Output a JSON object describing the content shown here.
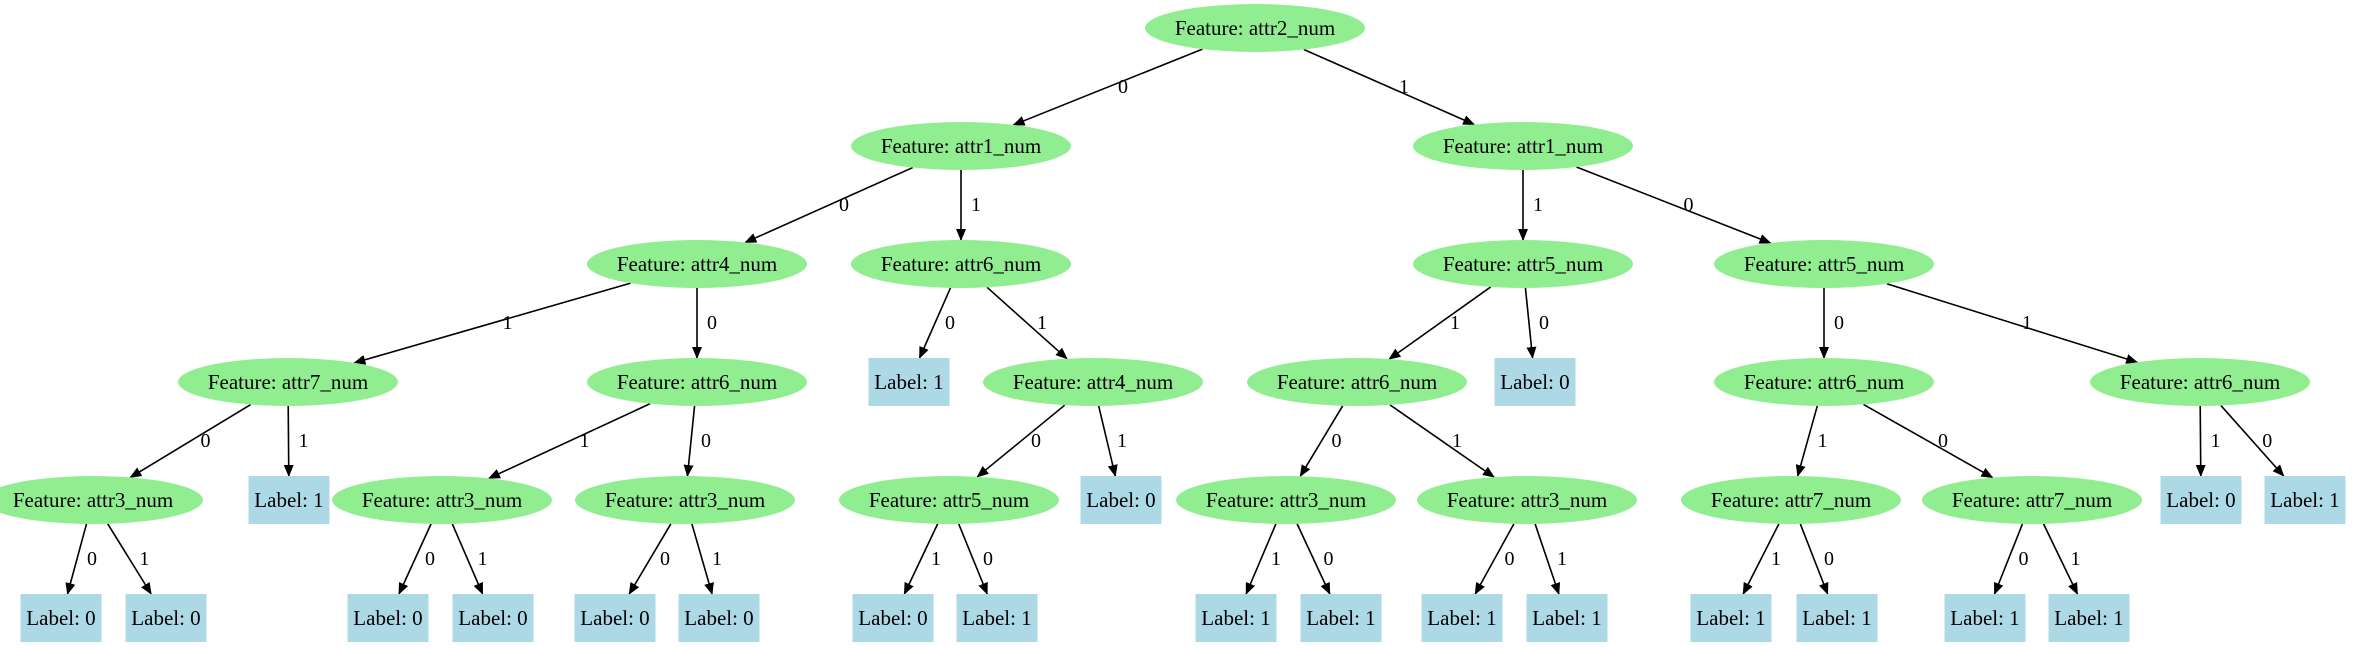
{
  "colors": {
    "feature_fill": "#90ee90",
    "label_fill": "#add8e6",
    "edge": "#000000",
    "background": "#ffffff"
  },
  "nodes": [
    {
      "id": "n1",
      "kind": "feature",
      "text": "Feature: attr2_num"
    },
    {
      "id": "n2",
      "kind": "feature",
      "text": "Feature: attr1_num"
    },
    {
      "id": "n3",
      "kind": "feature",
      "text": "Feature: attr1_num"
    },
    {
      "id": "n4",
      "kind": "feature",
      "text": "Feature: attr4_num"
    },
    {
      "id": "n5",
      "kind": "feature",
      "text": "Feature: attr6_num"
    },
    {
      "id": "n6",
      "kind": "feature",
      "text": "Feature: attr5_num"
    },
    {
      "id": "n7",
      "kind": "feature",
      "text": "Feature: attr5_num"
    },
    {
      "id": "n8",
      "kind": "feature",
      "text": "Feature: attr7_num"
    },
    {
      "id": "n9",
      "kind": "feature",
      "text": "Feature: attr6_num"
    },
    {
      "id": "n10",
      "kind": "label",
      "text": "Label: 1"
    },
    {
      "id": "n11",
      "kind": "feature",
      "text": "Feature: attr4_num"
    },
    {
      "id": "n12",
      "kind": "feature",
      "text": "Feature: attr6_num"
    },
    {
      "id": "n13",
      "kind": "label",
      "text": "Label: 0"
    },
    {
      "id": "n14",
      "kind": "feature",
      "text": "Feature: attr6_num"
    },
    {
      "id": "n15",
      "kind": "feature",
      "text": "Feature: attr6_num"
    },
    {
      "id": "n16",
      "kind": "feature",
      "text": "Feature: attr3_num"
    },
    {
      "id": "n17",
      "kind": "label",
      "text": "Label: 1"
    },
    {
      "id": "n18",
      "kind": "feature",
      "text": "Feature: attr3_num"
    },
    {
      "id": "n19",
      "kind": "feature",
      "text": "Feature: attr3_num"
    },
    {
      "id": "n20",
      "kind": "feature",
      "text": "Feature: attr5_num"
    },
    {
      "id": "n21",
      "kind": "label",
      "text": "Label: 0"
    },
    {
      "id": "n22",
      "kind": "feature",
      "text": "Feature: attr3_num"
    },
    {
      "id": "n23",
      "kind": "feature",
      "text": "Feature: attr3_num"
    },
    {
      "id": "n24",
      "kind": "feature",
      "text": "Feature: attr7_num"
    },
    {
      "id": "n25",
      "kind": "feature",
      "text": "Feature: attr7_num"
    },
    {
      "id": "n26",
      "kind": "label",
      "text": "Label: 0"
    },
    {
      "id": "n27",
      "kind": "label",
      "text": "Label: 1"
    },
    {
      "id": "n28",
      "kind": "label",
      "text": "Label: 0"
    },
    {
      "id": "n29",
      "kind": "label",
      "text": "Label: 0"
    },
    {
      "id": "n30",
      "kind": "label",
      "text": "Label: 0"
    },
    {
      "id": "n31",
      "kind": "label",
      "text": "Label: 0"
    },
    {
      "id": "n32",
      "kind": "label",
      "text": "Label: 0"
    },
    {
      "id": "n33",
      "kind": "label",
      "text": "Label: 0"
    },
    {
      "id": "n34",
      "kind": "label",
      "text": "Label: 0"
    },
    {
      "id": "n35",
      "kind": "label",
      "text": "Label: 1"
    },
    {
      "id": "n36",
      "kind": "label",
      "text": "Label: 1"
    },
    {
      "id": "n37",
      "kind": "label",
      "text": "Label: 1"
    },
    {
      "id": "n38",
      "kind": "label",
      "text": "Label: 1"
    },
    {
      "id": "n39",
      "kind": "label",
      "text": "Label: 1"
    },
    {
      "id": "n40",
      "kind": "label",
      "text": "Label: 1"
    },
    {
      "id": "n41",
      "kind": "label",
      "text": "Label: 1"
    },
    {
      "id": "n42",
      "kind": "label",
      "text": "Label: 1"
    },
    {
      "id": "n43",
      "kind": "label",
      "text": "Label: 1"
    }
  ],
  "edges": [
    {
      "from": "n1",
      "to": "n2",
      "label": "0"
    },
    {
      "from": "n1",
      "to": "n3",
      "label": "1"
    },
    {
      "from": "n2",
      "to": "n4",
      "label": "0"
    },
    {
      "from": "n2",
      "to": "n5",
      "label": "1"
    },
    {
      "from": "n3",
      "to": "n6",
      "label": "1"
    },
    {
      "from": "n3",
      "to": "n7",
      "label": "0"
    },
    {
      "from": "n4",
      "to": "n8",
      "label": "1"
    },
    {
      "from": "n4",
      "to": "n9",
      "label": "0"
    },
    {
      "from": "n5",
      "to": "n10",
      "label": "0"
    },
    {
      "from": "n5",
      "to": "n11",
      "label": "1"
    },
    {
      "from": "n6",
      "to": "n12",
      "label": "1"
    },
    {
      "from": "n6",
      "to": "n13",
      "label": "0"
    },
    {
      "from": "n7",
      "to": "n14",
      "label": "0"
    },
    {
      "from": "n7",
      "to": "n15",
      "label": "1"
    },
    {
      "from": "n8",
      "to": "n16",
      "label": "0"
    },
    {
      "from": "n8",
      "to": "n17",
      "label": "1"
    },
    {
      "from": "n9",
      "to": "n18",
      "label": "1"
    },
    {
      "from": "n9",
      "to": "n19",
      "label": "0"
    },
    {
      "from": "n11",
      "to": "n20",
      "label": "0"
    },
    {
      "from": "n11",
      "to": "n21",
      "label": "1"
    },
    {
      "from": "n12",
      "to": "n22",
      "label": "0"
    },
    {
      "from": "n12",
      "to": "n23",
      "label": "1"
    },
    {
      "from": "n14",
      "to": "n24",
      "label": "1"
    },
    {
      "from": "n14",
      "to": "n25",
      "label": "0"
    },
    {
      "from": "n15",
      "to": "n26",
      "label": "1"
    },
    {
      "from": "n15",
      "to": "n27",
      "label": "0"
    },
    {
      "from": "n16",
      "to": "n28",
      "label": "0"
    },
    {
      "from": "n16",
      "to": "n29",
      "label": "1"
    },
    {
      "from": "n18",
      "to": "n30",
      "label": "0"
    },
    {
      "from": "n18",
      "to": "n31",
      "label": "1"
    },
    {
      "from": "n19",
      "to": "n32",
      "label": "0"
    },
    {
      "from": "n19",
      "to": "n33",
      "label": "1"
    },
    {
      "from": "n20",
      "to": "n34",
      "label": "1"
    },
    {
      "from": "n20",
      "to": "n35",
      "label": "0"
    },
    {
      "from": "n22",
      "to": "n36",
      "label": "1"
    },
    {
      "from": "n22",
      "to": "n37",
      "label": "0"
    },
    {
      "from": "n23",
      "to": "n38",
      "label": "0"
    },
    {
      "from": "n23",
      "to": "n39",
      "label": "1"
    },
    {
      "from": "n24",
      "to": "n40",
      "label": "1"
    },
    {
      "from": "n24",
      "to": "n41",
      "label": "0"
    },
    {
      "from": "n25",
      "to": "n42",
      "label": "0"
    },
    {
      "from": "n25",
      "to": "n43",
      "label": "1"
    }
  ]
}
